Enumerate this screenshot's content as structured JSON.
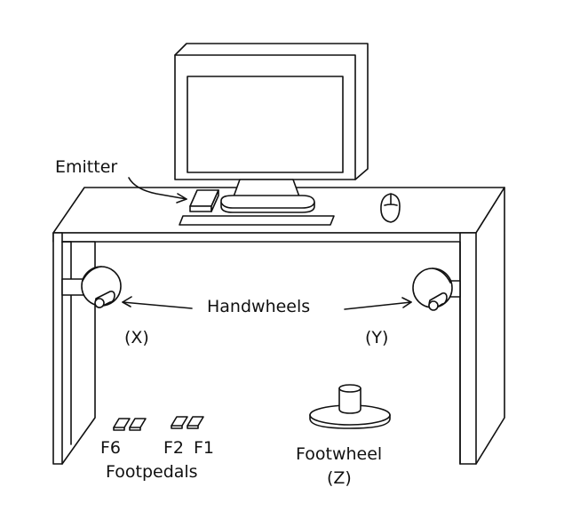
{
  "labels": {
    "emitter": "Emitter",
    "handwheels": "Handwheels",
    "handwheel_x": "(X)",
    "handwheel_y": "(Y)",
    "footpedal_f6": "F6",
    "footpedal_f2": "F2",
    "footpedal_f1": "F1",
    "footpedals": "Footpedals",
    "footwheel": "Footwheel",
    "footwheel_z": "(Z)"
  },
  "colors": {
    "line": "#111111",
    "background": "#ffffff"
  }
}
